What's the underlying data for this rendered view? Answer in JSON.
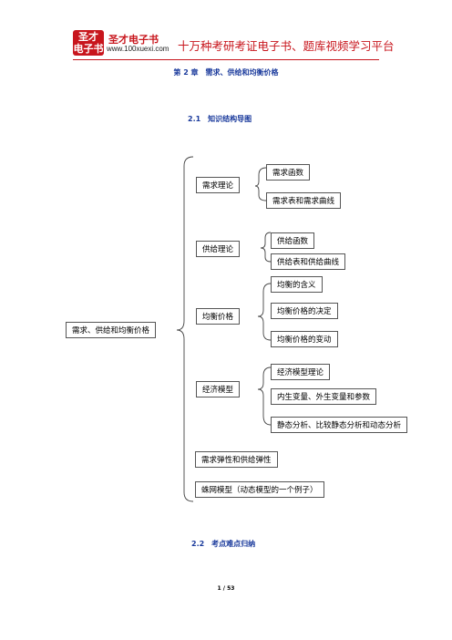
{
  "header": {
    "logo_line1": "圣才",
    "logo_line2": "电子书",
    "brand_name": "圣才电子书",
    "brand_url": "www.100xuexi.com",
    "slogan": "十万种考研考证电子书、题库视频学习平台"
  },
  "chapter_title": "第 2 章　需求、供给和均衡价格",
  "section_1": "2.1　知识结构导图",
  "mindmap": {
    "root": "需求、供给和均衡价格",
    "branches": [
      {
        "label": "需求理论",
        "children": [
          "需求函数",
          "需求表和需求曲线"
        ]
      },
      {
        "label": "供给理论",
        "children": [
          "供给函数",
          "供给表和供给曲线"
        ]
      },
      {
        "label": "均衡价格",
        "children": [
          "均衡的含义",
          "均衡价格的决定",
          "均衡价格的变动"
        ]
      },
      {
        "label": "经济模型",
        "children": [
          "经济模型理论",
          "内生变量、外生变量和参数",
          "静态分析、比较静态分析和动态分析"
        ]
      },
      {
        "label": "需求弹性和供给弹性",
        "children": []
      },
      {
        "label": "蛛网模型（动态模型的一个例子）",
        "children": []
      }
    ]
  },
  "section_2": "2.2　考点难点归纳",
  "page_number": "1 / 53"
}
